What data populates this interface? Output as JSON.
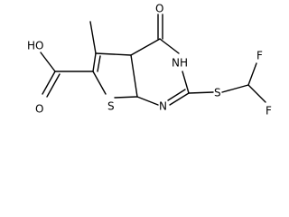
{
  "molecule": {
    "atoms": {
      "acid_oh": "HO",
      "acid_o": "O",
      "ring_s": "S",
      "ring_n1": "N",
      "ring_nh": "NH",
      "thioether_s": "S",
      "carbonyl_o": "O",
      "fluorine_top": "F",
      "fluorine_bottom": "F"
    }
  }
}
